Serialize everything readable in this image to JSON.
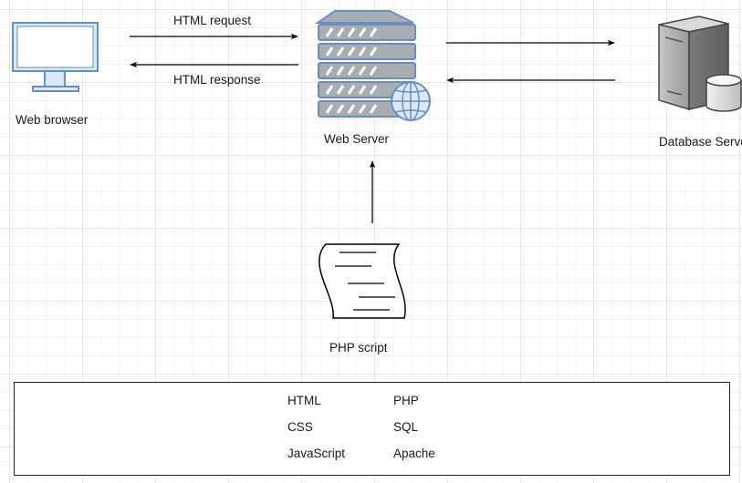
{
  "nodes": {
    "web_browser": "Web browser",
    "web_server": "Web Server",
    "database_server": "Database Server",
    "php_script": "PHP script"
  },
  "edges": {
    "request": "HTML request",
    "response": "HTML response"
  },
  "legend": {
    "col1": [
      "HTML",
      "CSS",
      "JavaScript"
    ],
    "col2": [
      "PHP",
      "SQL",
      "Apache"
    ]
  },
  "colors": {
    "icon_stroke": "#6c8ebf",
    "icon_fill": "#dae8fc",
    "server_grey": "#a8adb4",
    "database_grey": "#8d8d8d"
  }
}
